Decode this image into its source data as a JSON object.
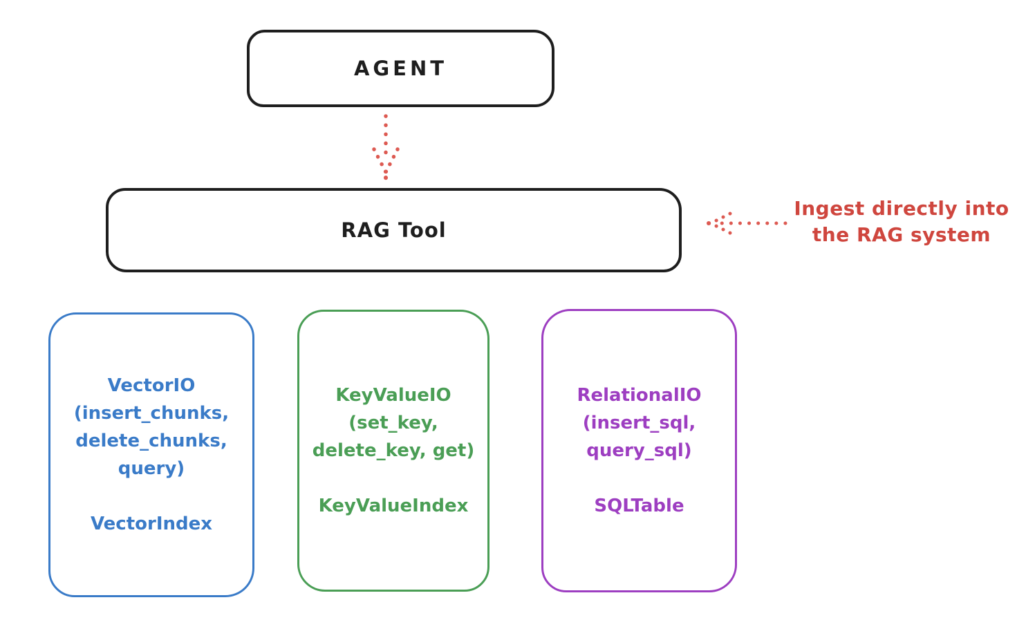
{
  "page": {
    "background": "#ffffff",
    "ink_color": "#1e1e1e"
  },
  "agent": {
    "label": "AGENT"
  },
  "rag_tool": {
    "label": "RAG Tool"
  },
  "ingest_note": {
    "lines": [
      "Ingest directly into",
      "the RAG system"
    ],
    "color": "#cf463e"
  },
  "arrows": {
    "agent_to_rag": {
      "style": "dotted",
      "direction": "down",
      "from": "AGENT",
      "to": "RAG Tool",
      "color": "#dd5a52"
    },
    "note_to_rag": {
      "style": "dotted",
      "direction": "left",
      "from": "ingest note",
      "to": "RAG Tool",
      "color": "#dd5a52"
    }
  },
  "backends": [
    {
      "id": "vector-io",
      "color": "#3a7bc8",
      "title_lines": [
        "VectorIO",
        "(insert_chunks,",
        "delete_chunks,",
        "query)"
      ],
      "index_label": "VectorIndex"
    },
    {
      "id": "keyvalue-io",
      "color": "#4a9e55",
      "title_lines": [
        "KeyValueIO",
        "(set_key,",
        "delete_key, get)"
      ],
      "index_label": "KeyValueIndex"
    },
    {
      "id": "relational-io",
      "color": "#9d3ec1",
      "title_lines": [
        "RelationalIO",
        "(insert_sql,",
        "query_sql)"
      ],
      "index_label": "SQLTable"
    }
  ]
}
